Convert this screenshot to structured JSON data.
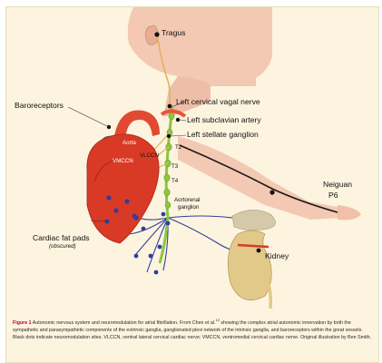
{
  "figure": {
    "labels": {
      "tragus": "Tragus",
      "baroreceptors": "Baroreceptors",
      "left_cervical_vagal_nerve": "Left cervical vagal nerve",
      "left_subclavian_artery": "Left subclavian artery",
      "left_stellate_ganglion": "Left stellate ganglion",
      "aorta": "Aorta",
      "vlccn": "VLCCN",
      "vmccn": "VMCCN",
      "t2": "T2",
      "t3": "T3",
      "t4": "T4",
      "aortorenal_ganglion_line1": "Aortorenal",
      "aortorenal_ganglion_line2": "ganglion",
      "neiguan": "Neiguan",
      "p6": "P6",
      "cardiac_fat_pads": "Cardiac fat pads",
      "obscured": "(obscured)",
      "kidney": "Kidney"
    },
    "colors": {
      "panel_bg": "#fdf4df",
      "skin": "#f3c9b3",
      "nerve_green": "#8cc63f",
      "heart_red": "#d93a25",
      "artery_red": "#e8553a",
      "fat_pad_blue": "#2f3f9e",
      "kidney_tan": "#e2c98a",
      "caption_accent": "#b3003b"
    }
  },
  "caption": {
    "label": "Figure 1",
    "text_before_ref": "  Autonomic nervous system and neuromodulation for atrial fibrillation. From Chen et al.",
    "ref": "12",
    "text_after_ref": " showing the complex atrial autonomic innervation by both the sympathetic and parasympathetic components of the extrinsic ganglia, ganglionated plexi network of the intrinsic ganglia, and baroreceptors within the great vessels. Black dots indicate neuromodulation sites. VLCCN, ventral lateral cervical cardiac nerve; VMCCN, ventromedial cervical cardiac nerve. Original illustration by Ben Smith."
  }
}
